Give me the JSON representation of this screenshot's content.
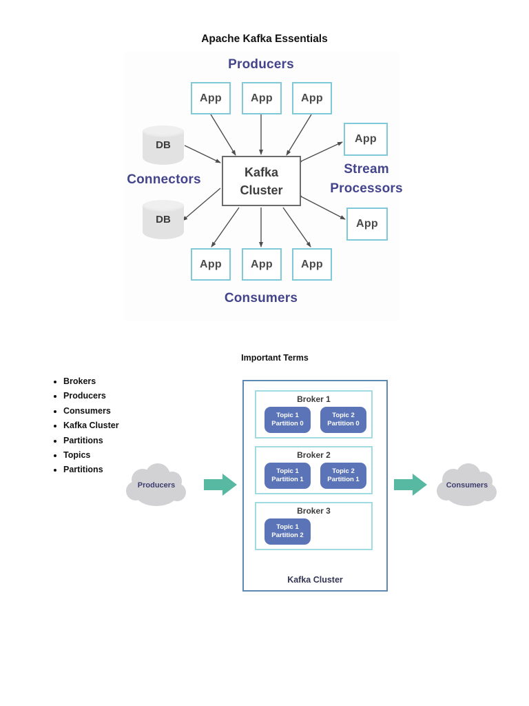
{
  "page": {
    "title": "Apache Kafka Essentials"
  },
  "diagram1": {
    "producers_label": "Producers",
    "consumers_label": "Consumers",
    "connectors_label": "Connectors",
    "stream_processors_line1": "Stream",
    "stream_processors_line2": "Processors",
    "kafka_cluster_line1": "Kafka",
    "kafka_cluster_line2": "Cluster",
    "app_label": "App",
    "db_label": "DB"
  },
  "terms": {
    "heading": "Important Terms",
    "items": [
      "Brokers",
      "Producers",
      "Consumers",
      "Kafka Cluster",
      "Partitions",
      "Topics",
      "Partitions"
    ]
  },
  "diagram2": {
    "cluster_label": "Kafka Cluster",
    "producers_cloud_label": "Producers",
    "consumers_cloud_label": "Consumers",
    "brokers": [
      {
        "name": "Broker 1",
        "topics": [
          {
            "line1": "Topic 1",
            "line2": "Partition 0"
          },
          {
            "line1": "Topic 2",
            "line2": "Partition 0"
          }
        ]
      },
      {
        "name": "Broker 2",
        "topics": [
          {
            "line1": "Topic 1",
            "line2": "Partition 1"
          },
          {
            "line1": "Topic 2",
            "line2": "Partition 1"
          }
        ]
      },
      {
        "name": "Broker 3",
        "topics": [
          {
            "line1": "Topic 1",
            "line2": "Partition 2"
          }
        ]
      }
    ]
  },
  "colors": {
    "label-purple": "#44448c",
    "topic-box": "#5b74b8",
    "arrow-green": "#58b9a2",
    "cloud-gray": "#d2d2d4",
    "app-border": "#7ec8d8",
    "broker-border": "#9fdbe0",
    "cluster-border": "#5b87b0",
    "cluster-box-border": "#6b6b6b",
    "diagram-arrow": "#4d4d4d"
  }
}
